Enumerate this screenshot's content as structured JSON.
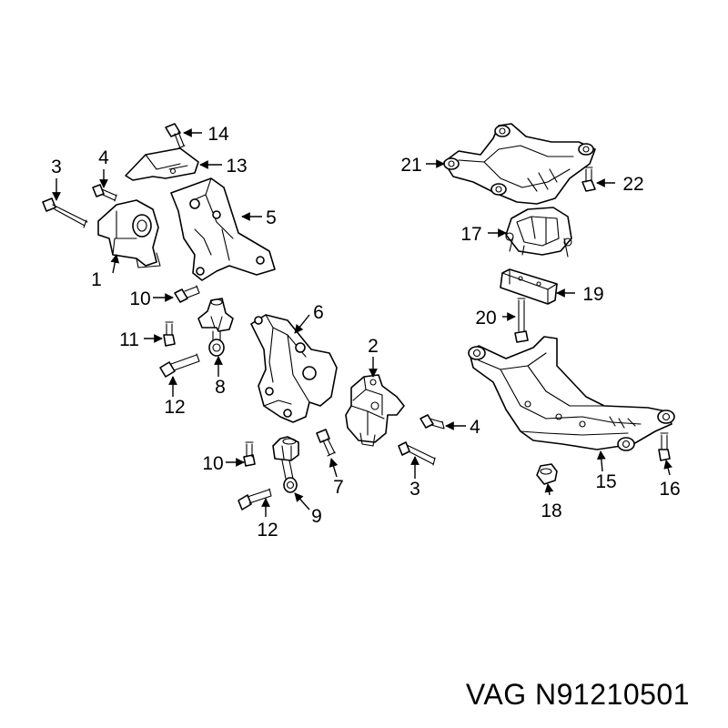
{
  "diagram": {
    "callouts": [
      {
        "id": "c1",
        "label": "1"
      },
      {
        "id": "c2",
        "label": "2"
      },
      {
        "id": "c3a",
        "label": "3"
      },
      {
        "id": "c3b",
        "label": "3"
      },
      {
        "id": "c4a",
        "label": "4"
      },
      {
        "id": "c4b",
        "label": "4"
      },
      {
        "id": "c5",
        "label": "5"
      },
      {
        "id": "c6",
        "label": "6"
      },
      {
        "id": "c7",
        "label": "7"
      },
      {
        "id": "c8",
        "label": "8"
      },
      {
        "id": "c9",
        "label": "9"
      },
      {
        "id": "c10a",
        "label": "10"
      },
      {
        "id": "c10b",
        "label": "10"
      },
      {
        "id": "c11",
        "label": "11"
      },
      {
        "id": "c12a",
        "label": "12"
      },
      {
        "id": "c12b",
        "label": "12"
      },
      {
        "id": "c13",
        "label": "13"
      },
      {
        "id": "c14",
        "label": "14"
      },
      {
        "id": "c15",
        "label": "15"
      },
      {
        "id": "c16",
        "label": "16"
      },
      {
        "id": "c17",
        "label": "17"
      },
      {
        "id": "c18",
        "label": "18"
      },
      {
        "id": "c19",
        "label": "19"
      },
      {
        "id": "c20",
        "label": "20"
      },
      {
        "id": "c21",
        "label": "21"
      },
      {
        "id": "c22",
        "label": "22"
      }
    ]
  },
  "part_number": "VAG N91210501"
}
